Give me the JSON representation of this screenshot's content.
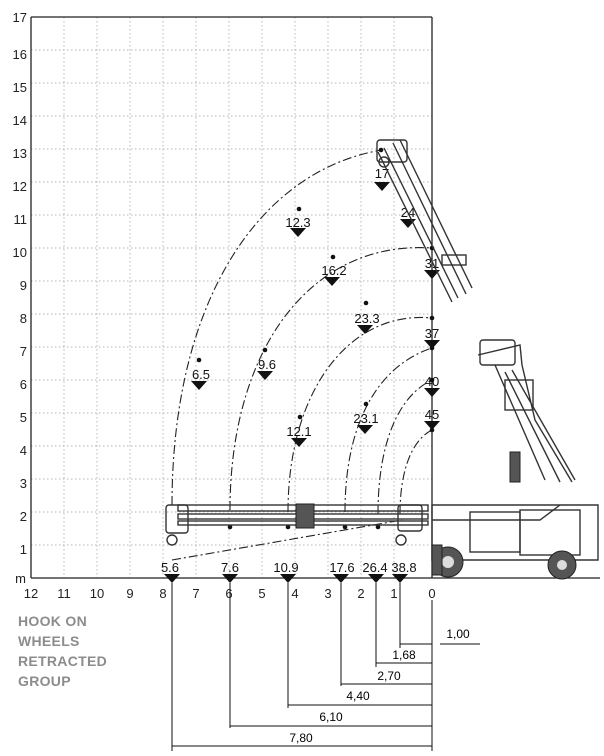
{
  "y_axis": {
    "ticks": [
      "1",
      "2",
      "3",
      "4",
      "5",
      "6",
      "7",
      "8",
      "9",
      "10",
      "11",
      "12",
      "13",
      "14",
      "15",
      "16",
      "17"
    ],
    "unit": "m"
  },
  "x_axis": {
    "ticks": [
      "12",
      "11",
      "10",
      "9",
      "8",
      "7",
      "6",
      "5",
      "4",
      "3",
      "2",
      "1",
      "0"
    ]
  },
  "caption": [
    "HOOK ON",
    "WHEELS",
    "RETRACTED",
    "GROUP"
  ],
  "load_labels": {
    "arc_outer": [
      "6.5",
      "12.3",
      "17"
    ],
    "arc_2": [
      "9.6",
      "16.2",
      "24"
    ],
    "arc_3": [
      "12.1",
      "23.3",
      "31"
    ],
    "arc_4": [
      "23.1",
      "37"
    ],
    "arc_5": [
      "40"
    ],
    "arc_6": [
      "45"
    ]
  },
  "ground_labels": [
    "5.6",
    "7.6",
    "10.9",
    "17.6",
    "26.4",
    "38.8"
  ],
  "dimensions": [
    "1,00",
    "1,68",
    "2,70",
    "4,40",
    "6,10",
    "7,80"
  ],
  "colors": {
    "ink": "#111111",
    "grid": "#9a9a9a",
    "caption": "#8c8c8c"
  }
}
